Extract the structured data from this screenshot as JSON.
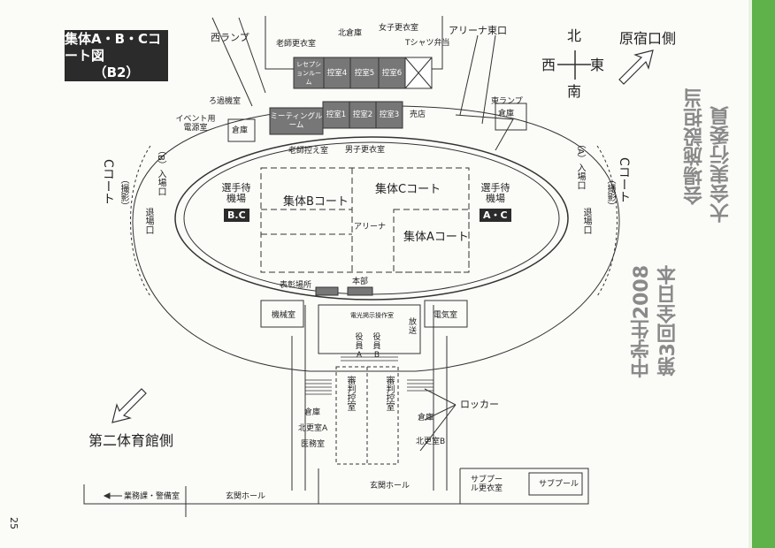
{
  "title": {
    "line1": "集体A・B・Cコート図",
    "line2": "（B2）"
  },
  "compass": {
    "north": "北",
    "south": "南",
    "west": "西",
    "east": "東"
  },
  "directions": {
    "harajuku": "原宿口側",
    "second_gym": "第二体育館側",
    "office": "業務課・警備室"
  },
  "rooms": {
    "west_ramp": "西ランプ",
    "teacher_changing": "老師更衣室",
    "north_storage": "北倉庫",
    "girls_changing": "女子更衣室",
    "tshirt_bento": "Tシャツ弁当",
    "arena_east_exit": "アリーナ東口",
    "reception_room": "レセプションルーム",
    "control_4": "控室4",
    "control_5": "控室5",
    "control_6": "控室6",
    "meeting_room": "ミーティングルーム",
    "control_1": "控室1",
    "control_2": "控室2",
    "control_3": "控室3",
    "shop": "売店",
    "east_ramp": "東ランプ",
    "east_storage": "倉庫",
    "ro_room": "ろ過機室",
    "event_power": "イベント用電源室",
    "storage": "倉庫",
    "teacher_waiting": "老師控え室",
    "boys_changing": "男子更衣室",
    "entrance_b": "（B）入場口",
    "entrance_a": "（A）入場口",
    "exit_left": "退場口",
    "exit_right": "退場口",
    "player_area_bc": "選手待機場",
    "player_area_ac": "選手待機場",
    "court_b": "集体Bコート",
    "court_c": "集体Cコート",
    "court_a": "集体Aコート",
    "arena": "アリーナ",
    "award_place": "表彰場所",
    "headquarters": "本部",
    "machine_room": "機械室",
    "broadcast_room": "電光掲示操作室",
    "broadcast": "放送",
    "electric_room": "電気室",
    "officials_a": "役員A",
    "officials_b": "役員B",
    "judges_control_left": "審判控室",
    "judges_control_right": "審判控室",
    "lockers": "ロッカー",
    "storage_lower_left": "倉庫",
    "changing_a": "北更室A",
    "medical": "医務室",
    "storage_lower_right": "倉庫",
    "changing_b": "北更室B",
    "entrance_hall_left": "玄関ホール",
    "entrance_hall_center": "玄関ホール",
    "subpool_changing": "サブプール更衣室",
    "subpool": "サブプール"
  },
  "badges": {
    "bc": "B.C",
    "ac": "A・C"
  },
  "side_courts": {
    "left": "Cコート",
    "left_sub": "（撮影）",
    "right": "Cコート",
    "right_sub": "（撮影）"
  },
  "page_number": "25",
  "mirrored_text": {
    "col1": "大会実行委員",
    "col2": "会場施設担当",
    "col3": "第3回全日本",
    "col4": "中学生2008"
  }
}
